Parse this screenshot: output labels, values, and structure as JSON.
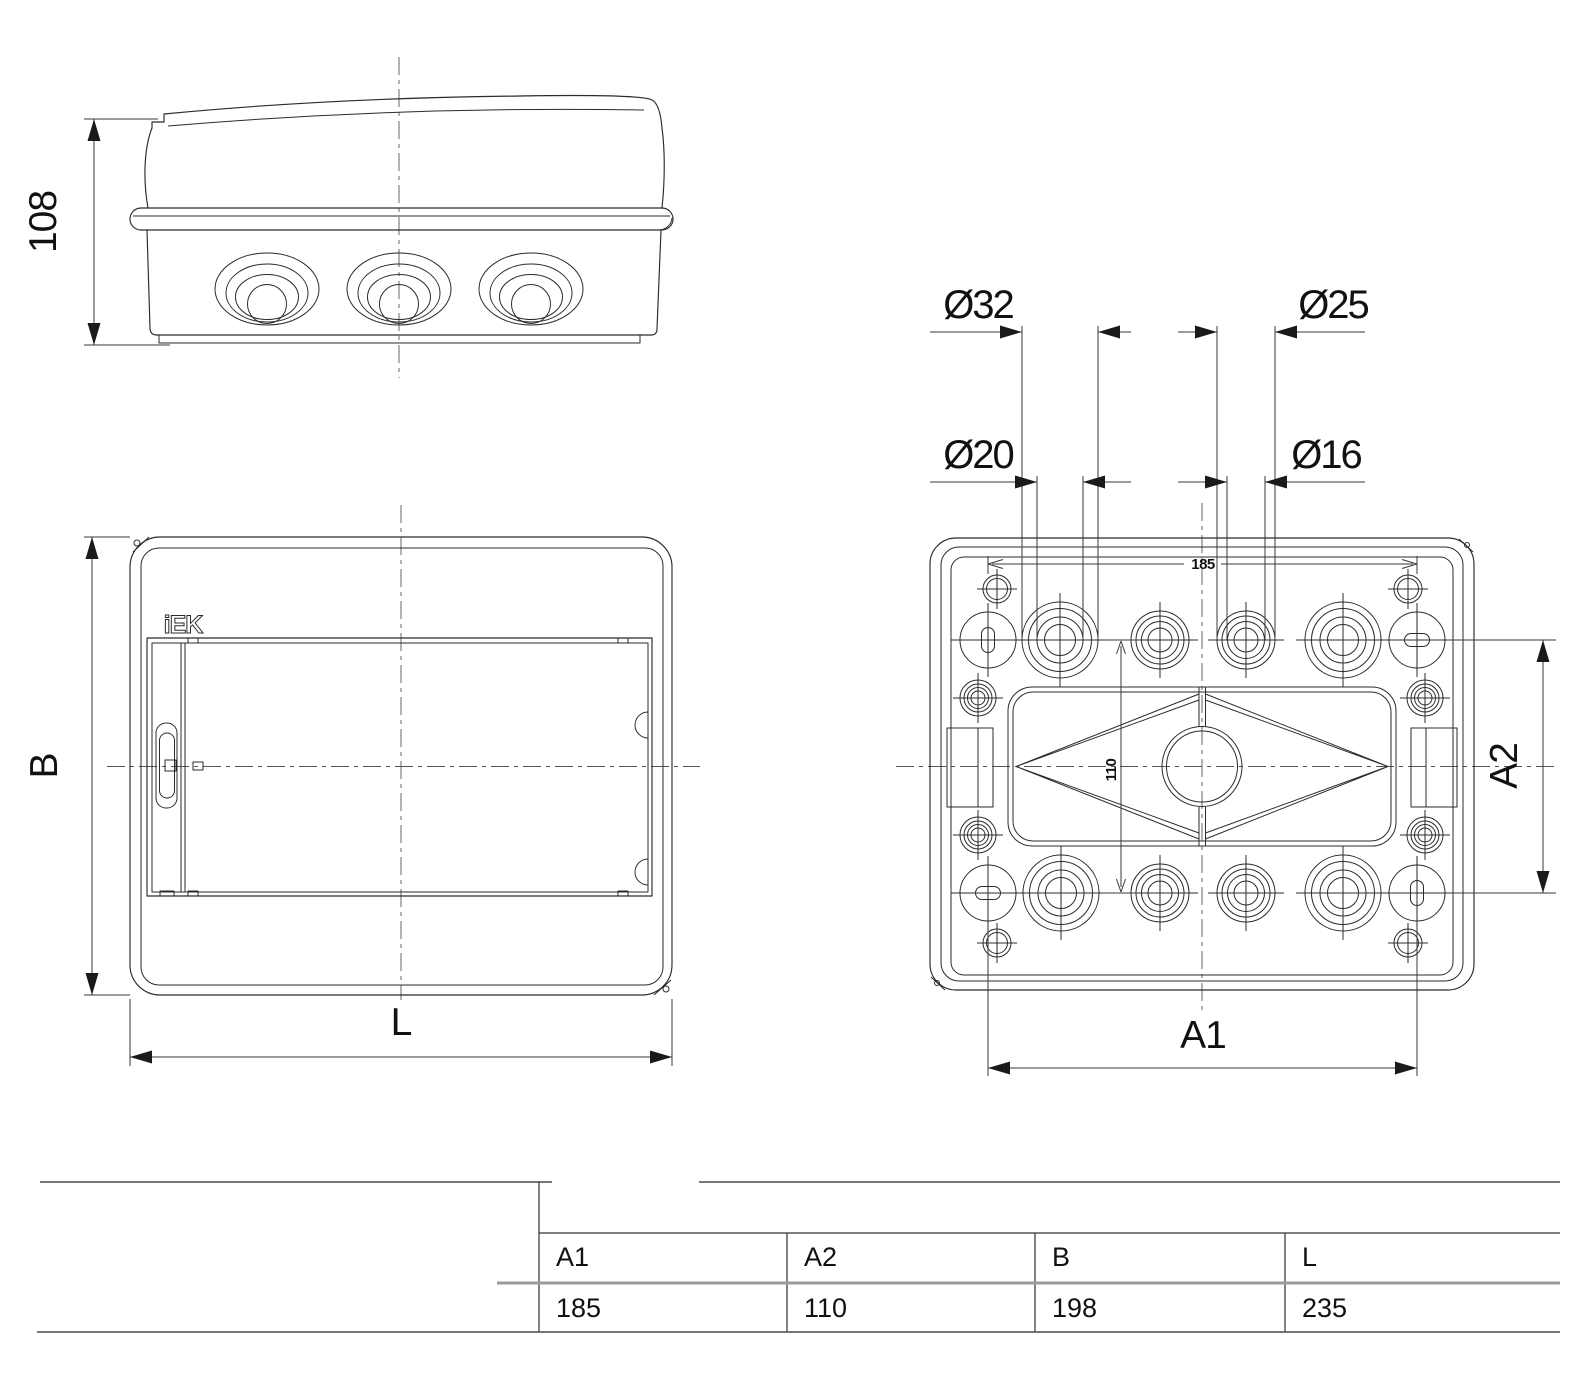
{
  "drawing": {
    "brand_logo": "iEK",
    "views": {
      "side": {
        "height_dim": "108"
      },
      "front": {
        "height_dim": "B",
        "width_dim": "L"
      },
      "rear": {
        "mount_span_top": "185",
        "mount_span_inner": "110",
        "width_dim": "A1",
        "height_dim": "A2",
        "knockout_diameters": {
          "outer_left": "Ø32",
          "inner_left": "Ø20",
          "outer_right": "Ø25",
          "inner_right": "Ø16"
        }
      }
    }
  },
  "table": {
    "headers": [
      "A1",
      "A2",
      "B",
      "L"
    ],
    "values": [
      "185",
      "110",
      "198",
      "235"
    ]
  }
}
